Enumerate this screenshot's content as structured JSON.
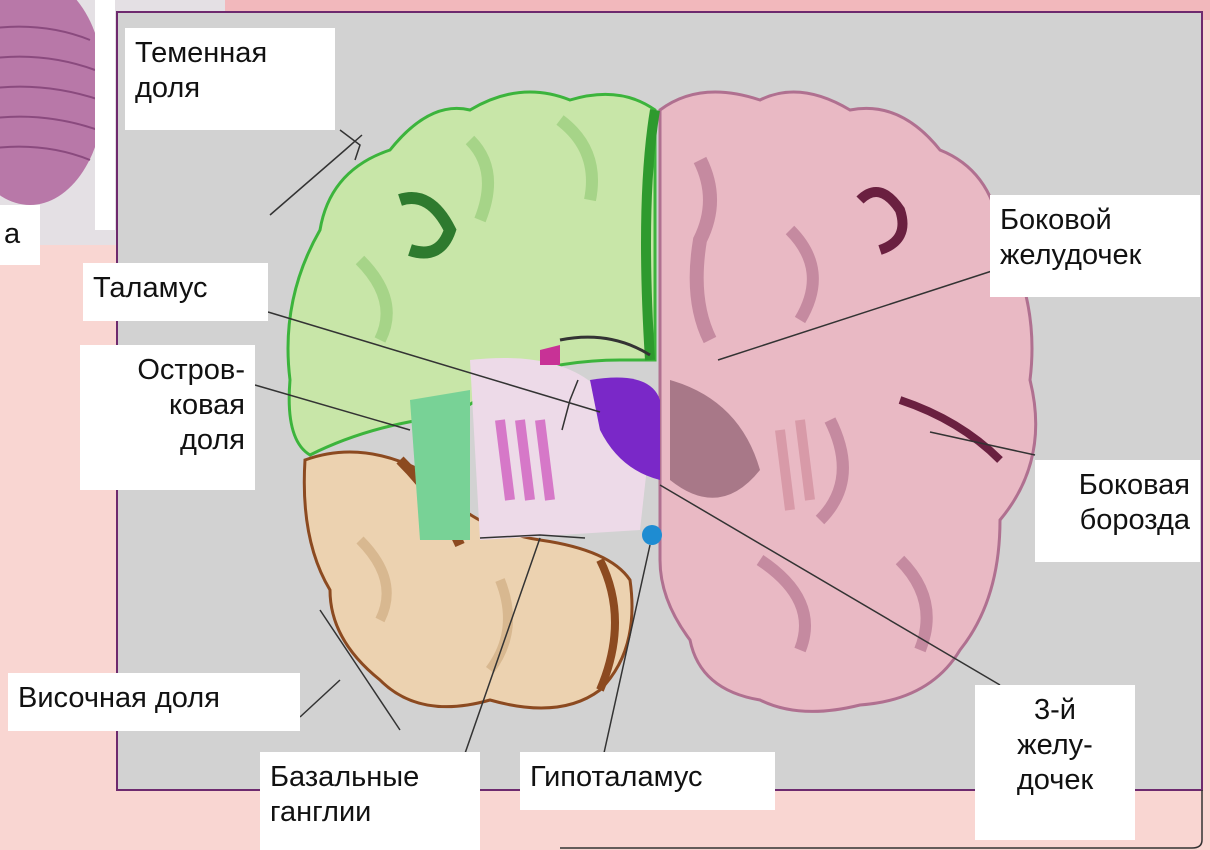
{
  "slide": {
    "colors": {
      "background": "#f9d6d2",
      "panel": "#d2d2d2",
      "frame_border": "#6e2a6e",
      "accent_bar": "#d4a000",
      "frontal": "#c8e6a8",
      "frontal_edge": "#3cb43c",
      "right_hemisphere": "#e9b9c4",
      "temporal": "#ecd2b0",
      "temporal_edge": "#8c4a20",
      "thalamus": "#7a28c8",
      "insula": "#78d296",
      "hypothalamus": "#1e8cd2",
      "basal_ganglia": "#d678c8"
    },
    "fragment_text": "а"
  },
  "labels": {
    "parietal_lobe": "Теменная\nдоля",
    "lateral_ventricle": "Боковой\nжелудочек",
    "thalamus": "Таламус",
    "insular_lobe": "Остров-\nковая\nдоля",
    "lateral_sulcus": "Боковая\nборозда",
    "temporal_lobe": "Височная доля",
    "third_ventricle": "3-й\nжелу-\nдочек",
    "basal_ganglia": "Базальные\nганглии",
    "hypothalamus": "Гипоталамус"
  }
}
